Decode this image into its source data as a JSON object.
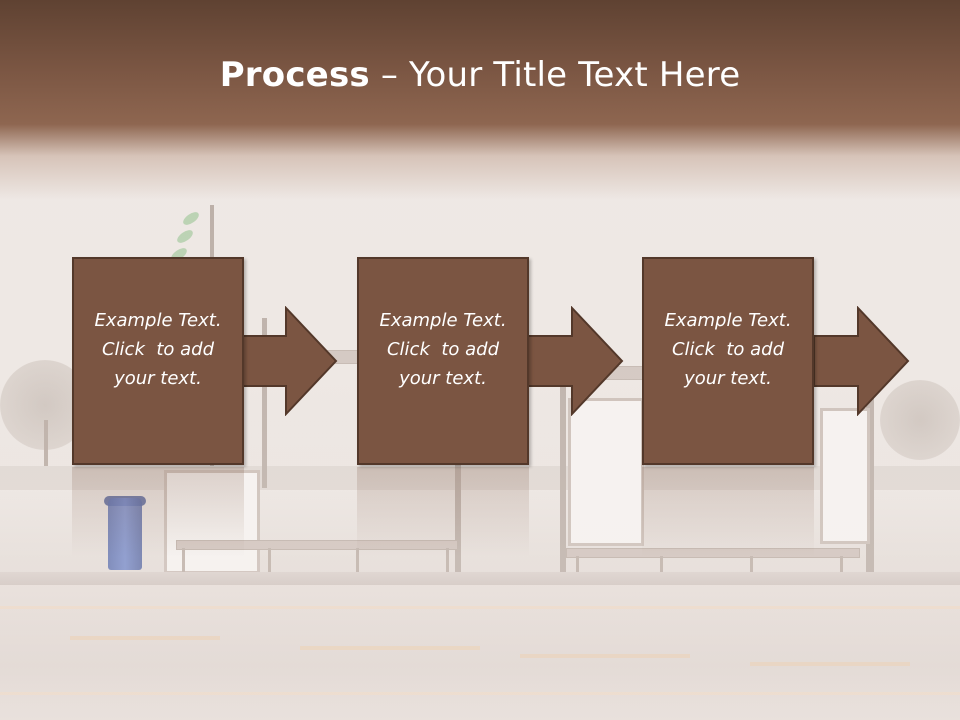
{
  "title": {
    "bold": "Process",
    "rest": " – Your Title Text Here"
  },
  "steps": [
    {
      "lines": [
        "Example Text.",
        "Click  to add",
        "your text."
      ]
    },
    {
      "lines": [
        "Example Text.",
        "Click  to add",
        "your text."
      ]
    },
    {
      "lines": [
        "Example Text.",
        "Click  to add",
        "your text."
      ]
    }
  ],
  "colors": {
    "header_top": "#5f4232",
    "header_mid": "#8e6650",
    "box_fill": "#7b5542",
    "box_border": "#53382a",
    "text": "#ffffff"
  }
}
